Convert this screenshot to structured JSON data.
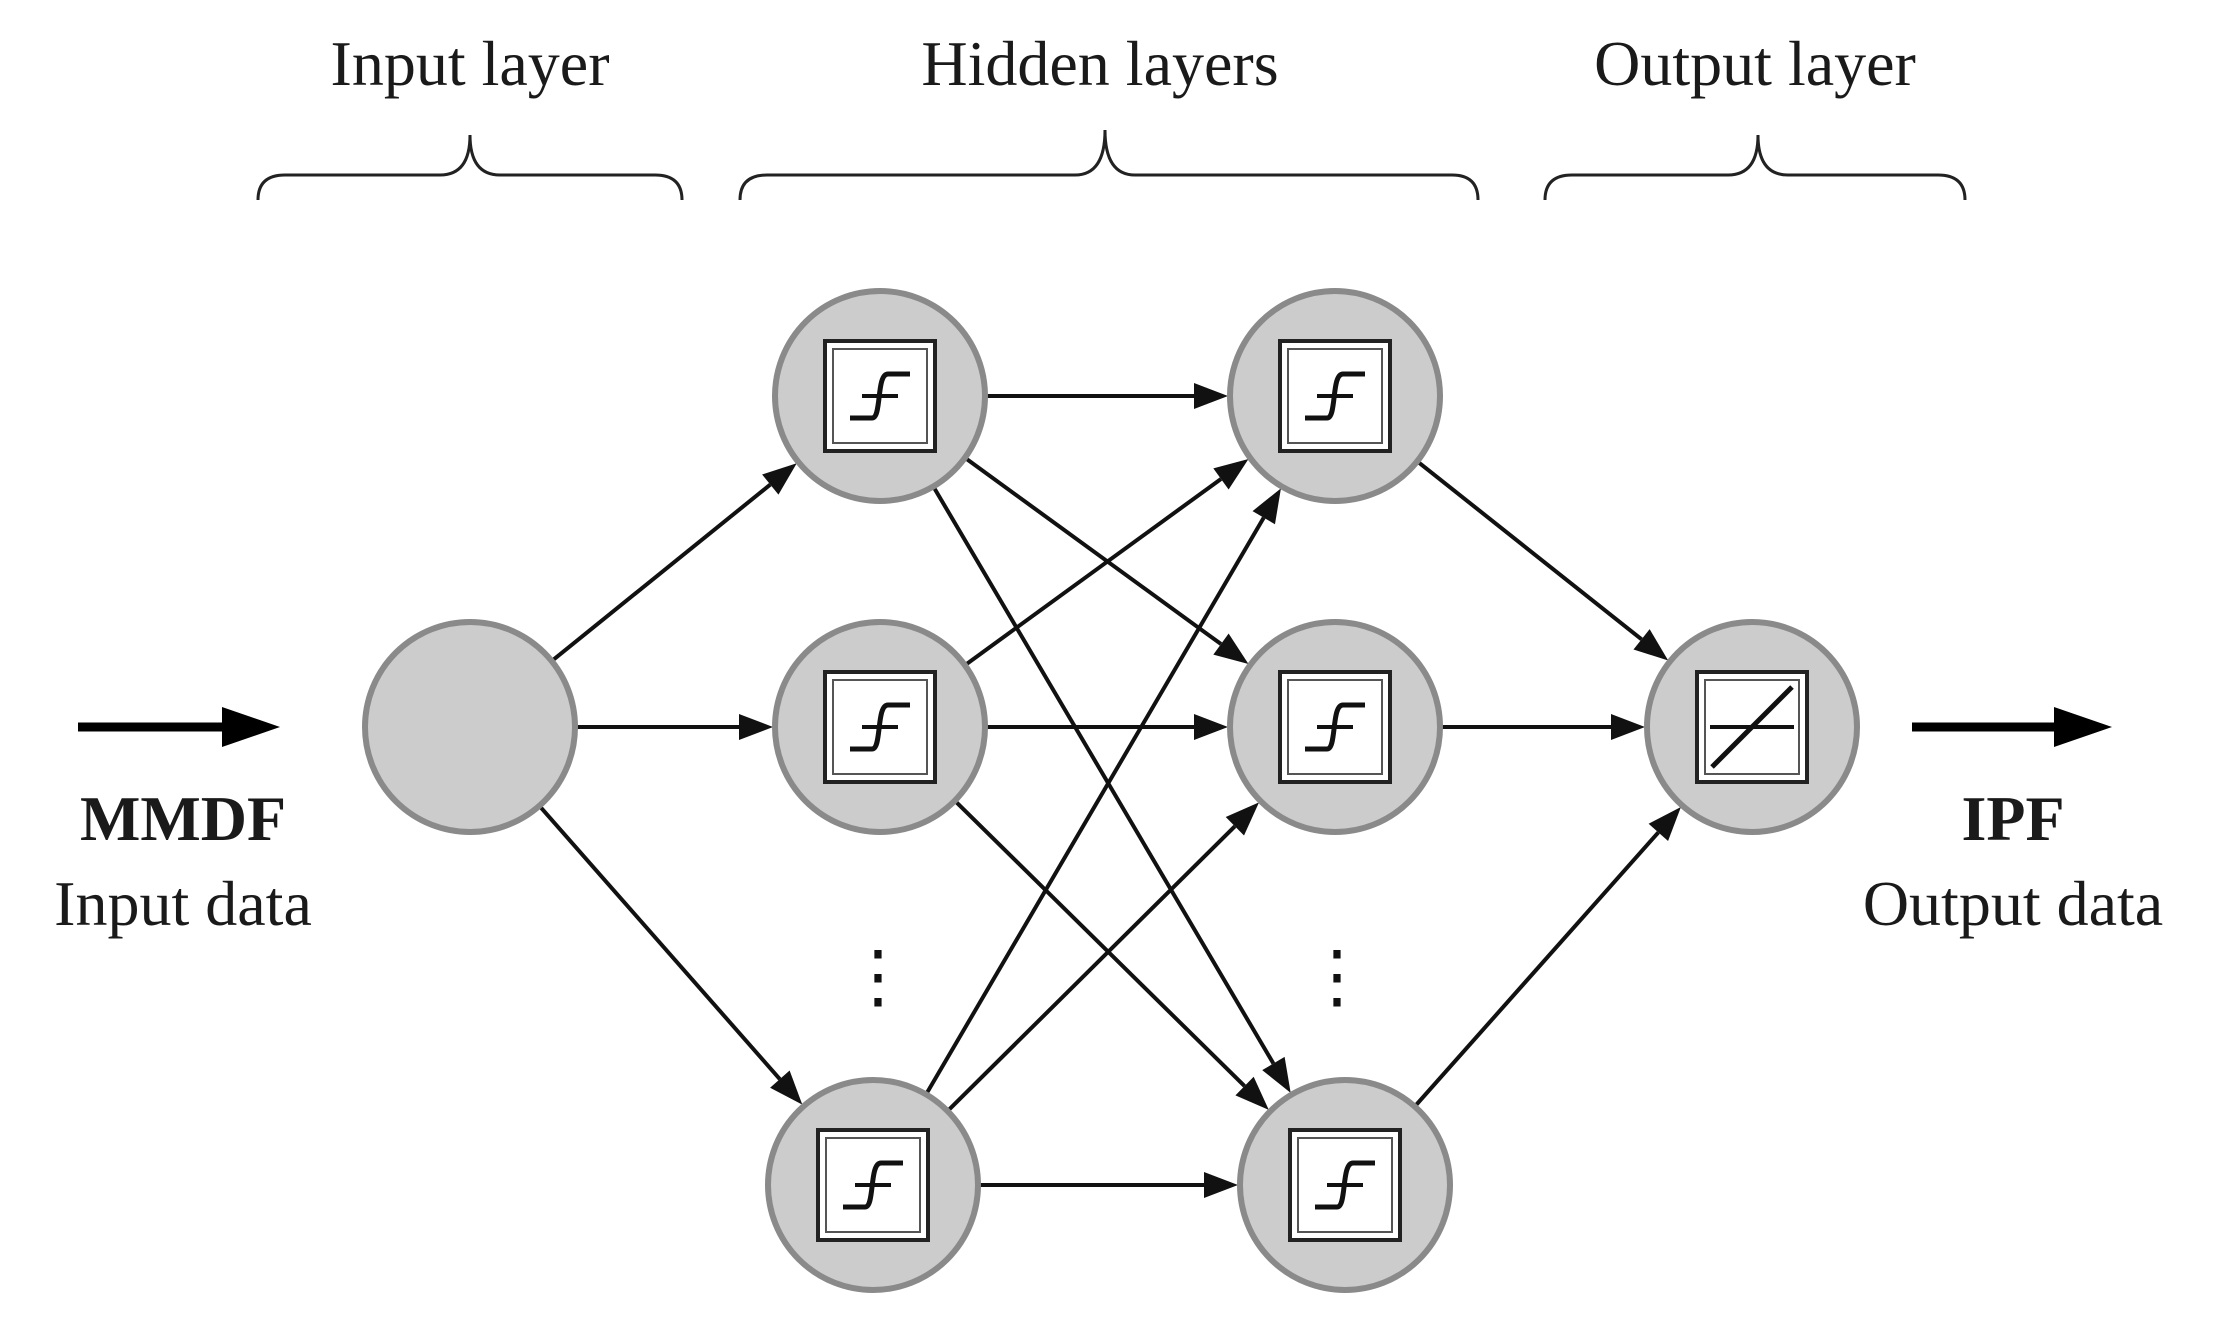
{
  "headers": {
    "input": "Input layer",
    "hidden": "Hidden layers",
    "output": "Output layer"
  },
  "input_side": {
    "name": "MMDF",
    "caption": "Input data"
  },
  "output_side": {
    "name": "IPF",
    "caption": "Output data"
  },
  "ellipsis": "⋮",
  "node_style": {
    "fill": "#cccccc",
    "stroke": "#8a8a8a",
    "box_fill": "#ffffff",
    "line": "#111111"
  },
  "activations": {
    "hidden": "sigmoid",
    "output": "linear"
  }
}
